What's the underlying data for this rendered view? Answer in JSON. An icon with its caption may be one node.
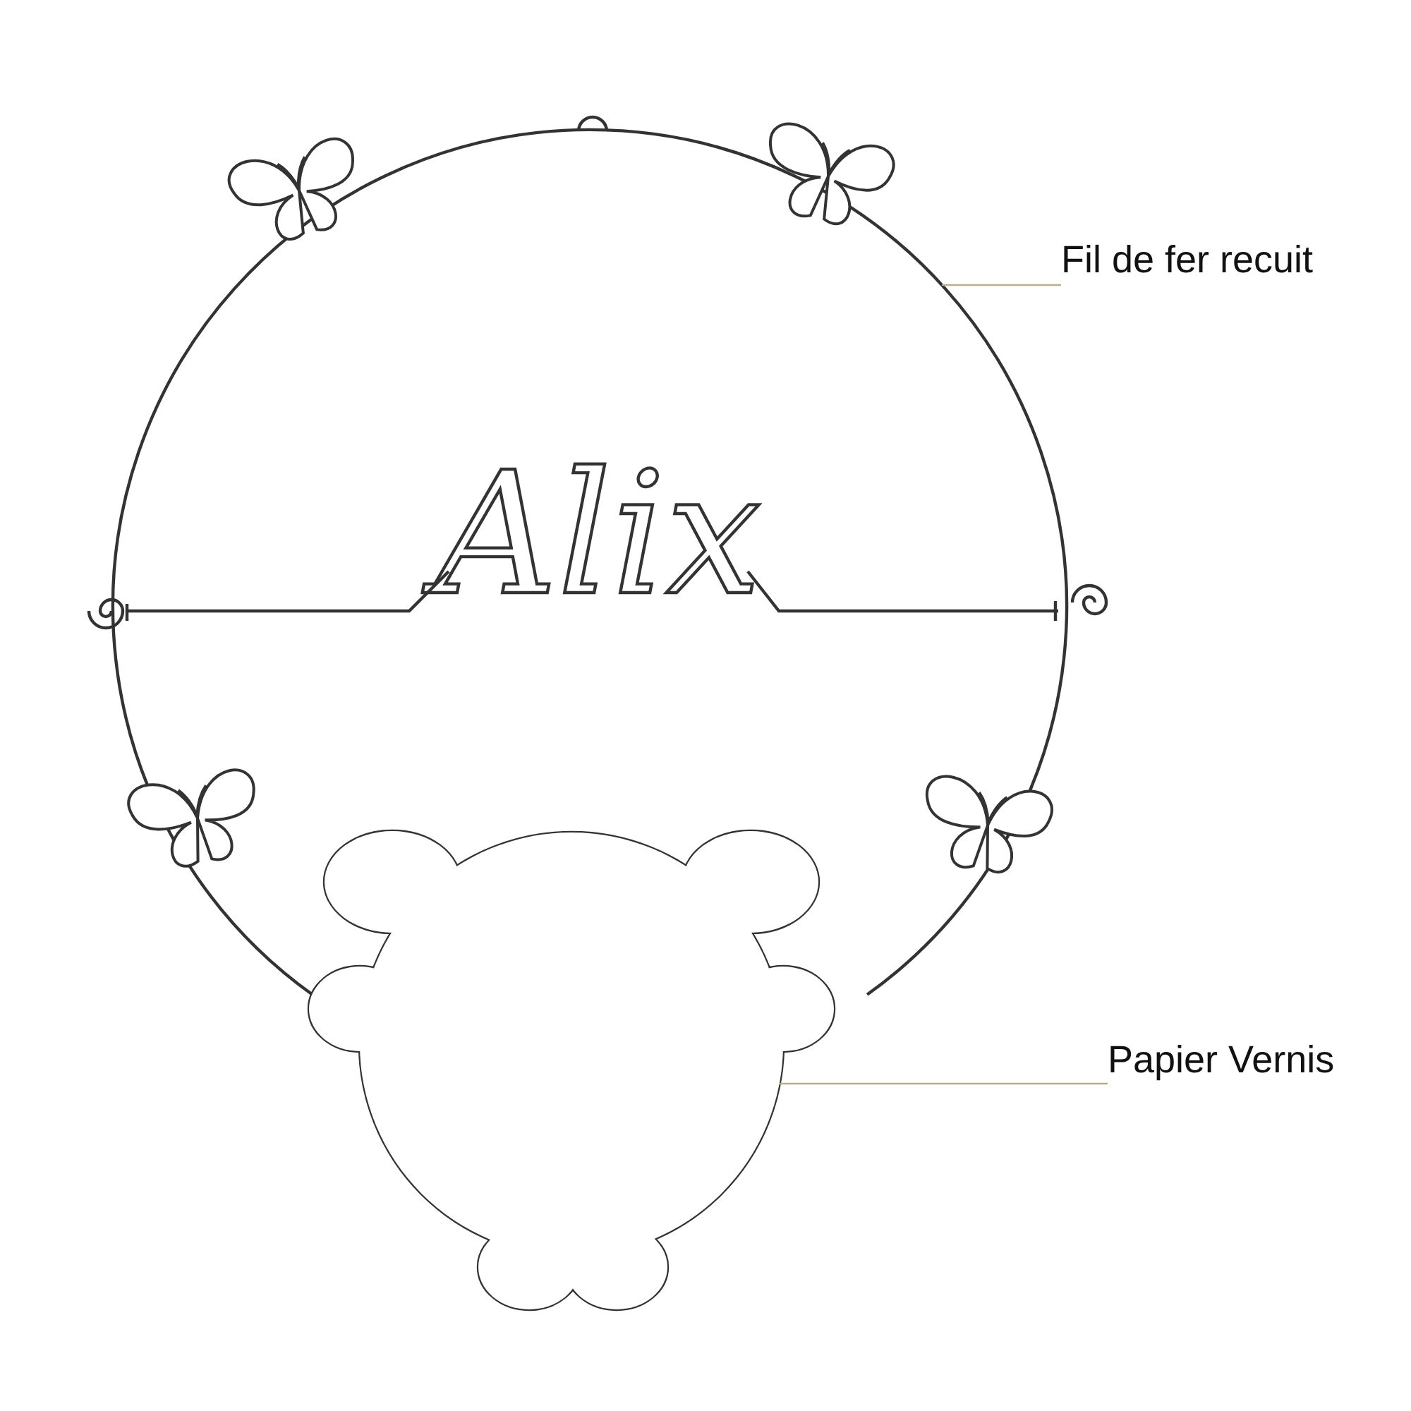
{
  "diagram": {
    "nodes": [
      {
        "text": [
          "Fil de fer recuit"
        ]
      },
      {
        "text": [],
        "shape": "picture"
      },
      {
        "text": [
          "Papier Vernis"
        ]
      },
      {
        "text": [],
        "shape": "picture"
      }
    ],
    "edges": [
      {
        "from": 0,
        "to": 1,
        "arrow": "none"
      },
      {
        "from": 2,
        "to": 3,
        "arrow": "none"
      }
    ],
    "labels": [
      "Alix"
    ]
  }
}
